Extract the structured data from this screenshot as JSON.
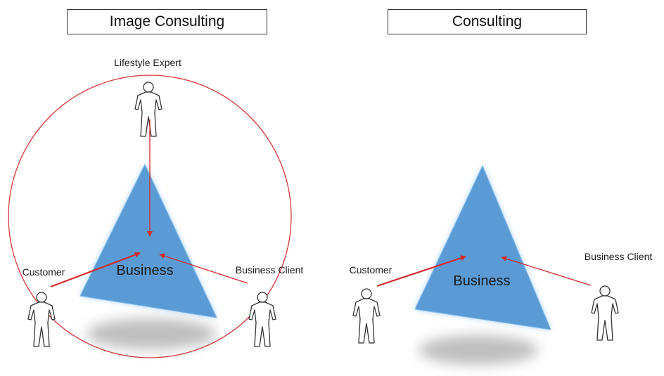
{
  "left_panel": {
    "title": "Image Consulting",
    "top_person_label": "Lifestyle Expert",
    "left_person_label": "Customer",
    "right_person_label": "Business Client",
    "center_label": "Business"
  },
  "right_panel": {
    "title": "Consulting",
    "left_person_label": "Customer",
    "right_person_label": "Business Client",
    "center_label": "Business"
  },
  "colors": {
    "triangle_fill": "#5b9bd5",
    "triangle_glow": "#9fd0ff",
    "arrow": "#d42a2a",
    "circle": "#d23a3a"
  },
  "icons": [
    "person-icon",
    "person-icon",
    "person-icon",
    "person-icon",
    "person-icon"
  ]
}
